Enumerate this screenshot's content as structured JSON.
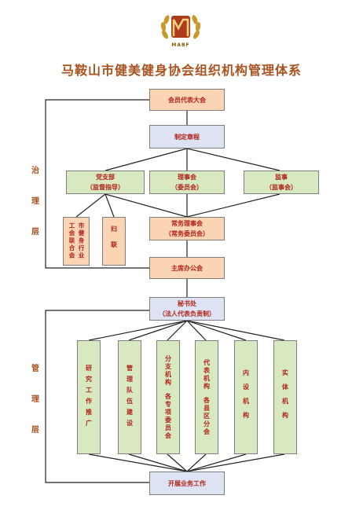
{
  "logo": {
    "text": "MABF"
  },
  "title": "马鞍山市健美健身协会组织机构管理体系",
  "sides": {
    "governance": [
      "治",
      "理",
      "层"
    ],
    "management": [
      "管",
      "理",
      "层"
    ]
  },
  "boxes": {
    "general_assembly": "会员代表大会",
    "charter": "制定章程",
    "party_branch": {
      "line1": "党支部",
      "line2": "（监督指导）"
    },
    "council": {
      "line1": "理事会",
      "line2": "（委员会）"
    },
    "supervisor": {
      "line1": "监事",
      "line2": "（监事会）"
    },
    "union_left": "工会联合会",
    "union_right": "市健身行业",
    "women": "妇联",
    "standing_council": {
      "line1": "常务理事会",
      "line2": "（常务委员会）"
    },
    "president_office": "主席办公会",
    "secretariat": {
      "line1": "秘书处",
      "line2": "（法人代表负责制）"
    },
    "research": "研究工作推广",
    "team": "管理队伍建设",
    "branches_a": "分支机构",
    "branches_b": "各专项委员会",
    "rep_a": "代表机构",
    "rep_b": "各县区分会",
    "internal": "内设机构",
    "entity": "实体机构",
    "business": "开展业务工作"
  }
}
